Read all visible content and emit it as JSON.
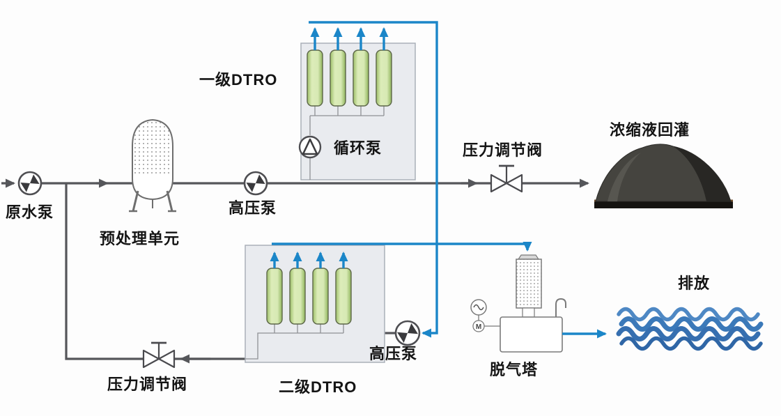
{
  "diagram": {
    "type": "process-flow",
    "labels": {
      "raw_water_pump": "原水泵",
      "pretreatment_unit": "预处理单元",
      "high_pressure_pump_1": "高压泵",
      "stage1_dtro": "一级DTRO",
      "circulation_pump": "循环泵",
      "pressure_valve_1": "压力调节阀",
      "concentrate_recharge": "浓缩液回灌",
      "stage2_dtro": "二级DTRO",
      "high_pressure_pump_2": "高压泵",
      "pressure_valve_2": "压力调节阀",
      "degassing_tower": "脱气塔",
      "discharge": "排放",
      "motor_tag": "M"
    },
    "colors": {
      "feed_line_gray": "#55565a",
      "permeate_line_blue": "#1b86c8",
      "membrane_tube_green": "#b9d98e",
      "module_box_fill": "#e9ebef",
      "wave_blue": "#3b79b9",
      "concentrate_mound_dark": "#45443f"
    },
    "connections": [
      {
        "from": "原水泵",
        "to": "预处理单元",
        "line": "gray"
      },
      {
        "from": "预处理单元",
        "to": "高压泵(一级)",
        "line": "gray"
      },
      {
        "from": "高压泵(一级)",
        "to": "一级DTRO",
        "line": "gray"
      },
      {
        "from": "一级DTRO",
        "to": "压力调节阀(一级)",
        "line": "gray"
      },
      {
        "from": "压力调节阀(一级)",
        "to": "浓缩液回灌",
        "line": "gray"
      },
      {
        "from": "一级DTRO产水",
        "to": "高压泵(二级)",
        "line": "blue"
      },
      {
        "from": "高压泵(二级)",
        "to": "二级DTRO",
        "line": "gray"
      },
      {
        "from": "二级DTRO产水",
        "to": "脱气塔",
        "line": "blue"
      },
      {
        "from": "脱气塔",
        "to": "排放",
        "line": "blue"
      },
      {
        "from": "二级DTRO浓缩液",
        "to": "压力调节阀(二级)",
        "line": "gray"
      },
      {
        "from": "压力调节阀(二级)",
        "to": "原水进水管线",
        "line": "gray"
      }
    ]
  }
}
